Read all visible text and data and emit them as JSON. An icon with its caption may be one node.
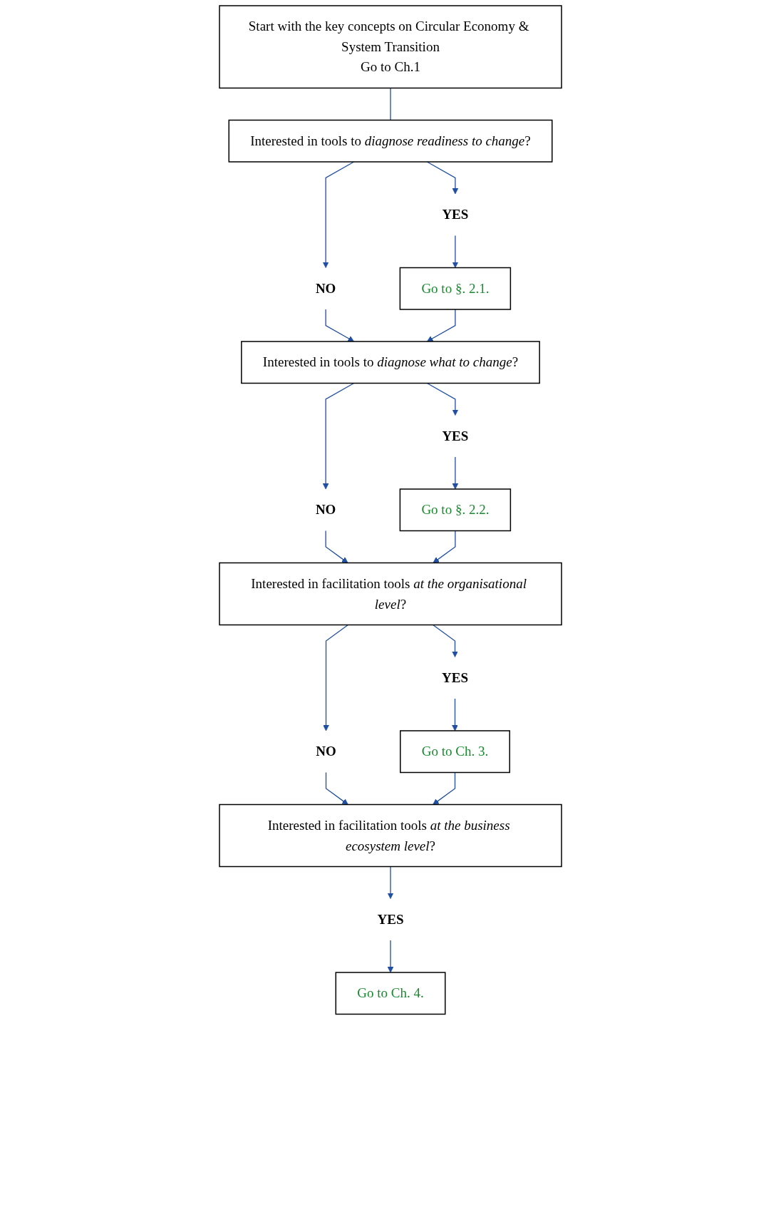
{
  "diagram": {
    "nodes": [
      {
        "text": [
          "Start with the key concepts on Circular Economy & System Transition",
          "Go to Ch.1"
        ]
      },
      {
        "text": [
          "Interested in tools to *diagnose readiness to change*?"
        ]
      },
      {
        "text": [
          "YES"
        ]
      },
      {
        "text": [
          "NO"
        ]
      },
      {
        "text": [
          "Go to §. 2.1."
        ]
      },
      {
        "text": [
          "Interested in tools to *diagnose what to change*?"
        ]
      },
      {
        "text": [
          "YES"
        ]
      },
      {
        "text": [
          "NO"
        ]
      },
      {
        "text": [
          "Go to §. 2.2."
        ]
      },
      {
        "text": [
          "Interested in facilitation tools *at the organisational level*?"
        ]
      },
      {
        "text": [
          "YES"
        ]
      },
      {
        "text": [
          "NO"
        ]
      },
      {
        "text": [
          "Go to Ch. 3."
        ]
      },
      {
        "text": [
          "Interested in facilitation tools *at the business ecosystem level*?"
        ]
      },
      {
        "text": [
          "YES"
        ]
      },
      {
        "text": [
          "Go to Ch. 4."
        ]
      }
    ],
    "edges": [
      {
        "from": 0,
        "to": 1,
        "arrow": "none"
      },
      {
        "from": 1,
        "to": 2,
        "arrow": "to"
      },
      {
        "from": 2,
        "to": 4,
        "arrow": "to"
      },
      {
        "from": 1,
        "to": 3,
        "arrow": "to"
      },
      {
        "from": 3,
        "to": 5,
        "arrow": "to"
      },
      {
        "from": 4,
        "to": 5,
        "arrow": "to"
      },
      {
        "from": 5,
        "to": 6,
        "arrow": "to"
      },
      {
        "from": 6,
        "to": 8,
        "arrow": "to"
      },
      {
        "from": 5,
        "to": 7,
        "arrow": "to"
      },
      {
        "from": 7,
        "to": 9,
        "arrow": "to"
      },
      {
        "from": 8,
        "to": 9,
        "arrow": "to"
      },
      {
        "from": 9,
        "to": 10,
        "arrow": "to"
      },
      {
        "from": 10,
        "to": 12,
        "arrow": "to"
      },
      {
        "from": 9,
        "to": 11,
        "arrow": "to"
      },
      {
        "from": 11,
        "to": 13,
        "arrow": "to"
      },
      {
        "from": 12,
        "to": 13,
        "arrow": "to"
      },
      {
        "from": 13,
        "to": 14,
        "arrow": "to"
      },
      {
        "from": 14,
        "to": 15,
        "arrow": "to"
      }
    ]
  }
}
